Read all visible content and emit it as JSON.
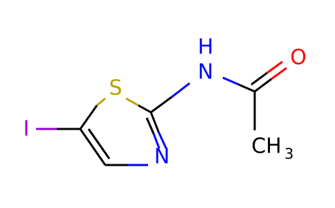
{
  "colors": {
    "bond": "#000000",
    "nitrogen": "#0000ff",
    "oxygen": "#ff0000",
    "sulfur": "#b8a200",
    "iodine": "#9400d3",
    "carbon": "#000000"
  },
  "atoms": {
    "iodine": "I",
    "sulfur": "S",
    "amide_nitrogen": "N",
    "amide_hydrogen": "H",
    "ring_nitrogen": "N",
    "carbonyl_oxygen": "O",
    "methyl_carbon": "CH",
    "methyl_subscript": "3"
  }
}
